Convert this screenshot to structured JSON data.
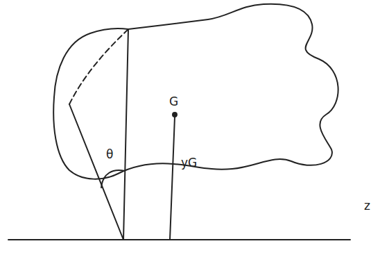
{
  "diagram": {
    "labels": [
      "G",
      "yG",
      "θ",
      "z"
    ]
  }
}
